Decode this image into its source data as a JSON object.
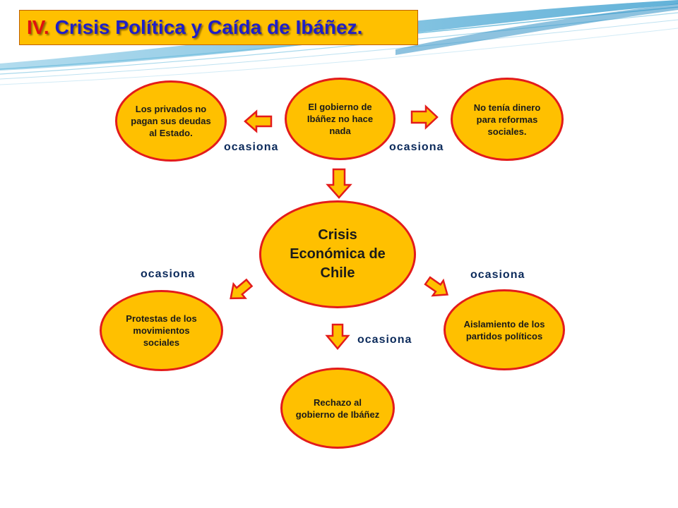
{
  "title": {
    "number": "IV.",
    "text": "Crisis Política y Caída de Ibáñez."
  },
  "nodes": {
    "privados": "Los privados no pagan sus deudas al Estado.",
    "gobierno": "El gobierno de Ibáñez no hace nada",
    "dinero": "No tenía dinero para reformas sociales.",
    "crisis": "Crisis Económica de Chile",
    "protestas": "Protestas de los movimientos sociales",
    "aislamiento": "Aislamiento de los partidos políticos",
    "rechazo": "Rechazo al gobierno de Ibáñez"
  },
  "labels": {
    "left_top": "ocasiona",
    "right_top": "ocasiona",
    "left_mid": "ocasiona",
    "right_mid": "ocasiona",
    "bottom": "ocasiona"
  },
  "colors": {
    "node_fill": "#ffc000",
    "node_border": "#e31b1b",
    "title_text": "#1f1fc8",
    "title_number": "#e01010",
    "label_text": "#0b2a5b"
  },
  "icons": {
    "arrow": "block-arrow-icon"
  }
}
